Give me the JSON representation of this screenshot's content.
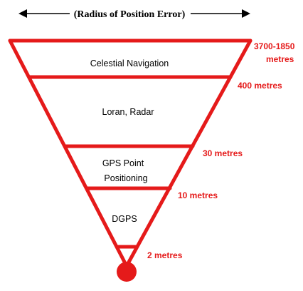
{
  "title": "(Radius of Position Error)",
  "colors": {
    "funnel": "#e51a1a",
    "text": "#000000",
    "background": "#ffffff"
  },
  "tiers": [
    {
      "label_lines": [
        "Celestial Navigation"
      ]
    },
    {
      "label_lines": [
        "Loran, Radar"
      ]
    },
    {
      "label_lines": [
        "GPS Point",
        "Positioning"
      ]
    },
    {
      "label_lines": [
        "DGPS"
      ]
    }
  ],
  "errors": [
    {
      "lines": [
        "3700-1850",
        "metres"
      ]
    },
    {
      "lines": [
        "400 metres"
      ]
    },
    {
      "lines": [
        "30 metres"
      ]
    },
    {
      "lines": [
        "10 metres"
      ]
    },
    {
      "lines": [
        "2 metres"
      ]
    }
  ]
}
